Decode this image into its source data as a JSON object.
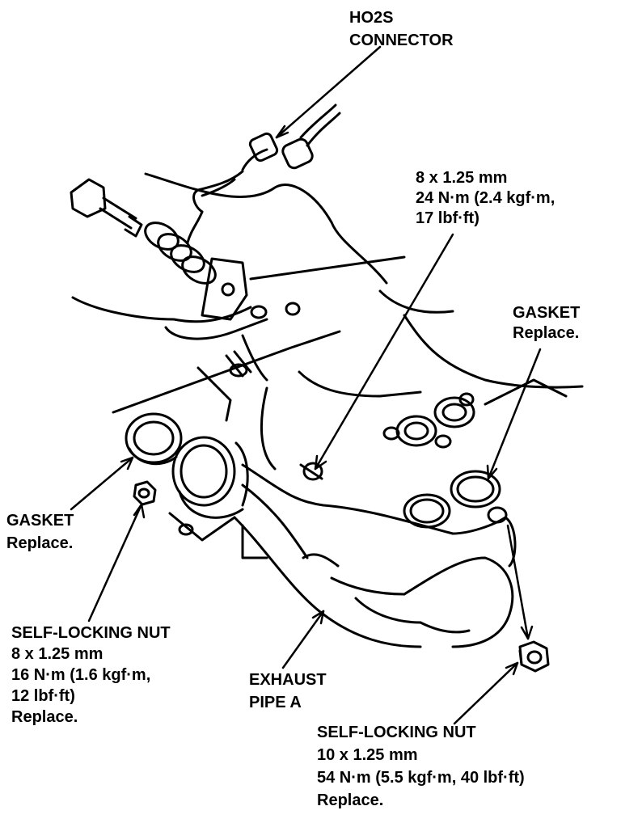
{
  "diagram": {
    "callouts": {
      "ho2s_connector": {
        "lines": [
          "HO2S",
          "CONNECTOR"
        ]
      },
      "bolt_spec": {
        "lines": [
          "8 x 1.25 mm",
          "24 N·m (2.4 kgf·m,",
          "17 lbf·ft)"
        ]
      },
      "gasket_right": {
        "lines": [
          "GASKET",
          "Replace."
        ]
      },
      "gasket_left": {
        "lines": [
          "GASKET",
          "Replace."
        ]
      },
      "self_locking_nut_left": {
        "lines": [
          "SELF-LOCKING NUT",
          "8 x 1.25 mm",
          "16 N·m (1.6 kgf·m,",
          "12 lbf·ft)",
          "Replace."
        ]
      },
      "exhaust_pipe": {
        "lines": [
          "EXHAUST",
          "PIPE A"
        ]
      },
      "self_locking_nut_right": {
        "lines": [
          "SELF-LOCKING NUT",
          "10 x 1.25 mm",
          "54 N·m (5.5 kgf·m, 40 lbf·ft)",
          "Replace."
        ]
      }
    },
    "colors": {
      "ink": "#000000",
      "paper": "#ffffff"
    }
  }
}
